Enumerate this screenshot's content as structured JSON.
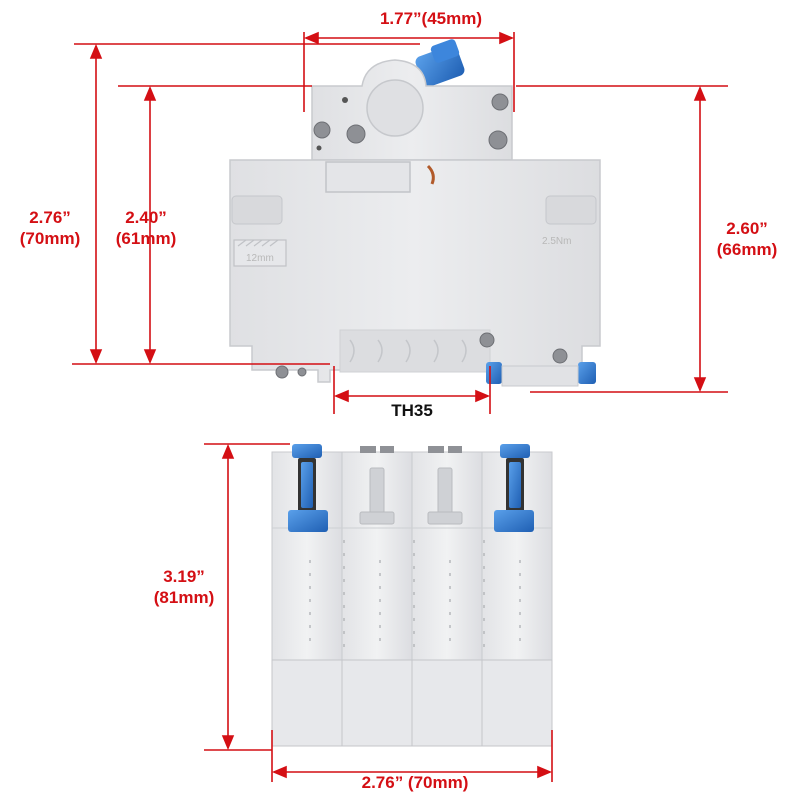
{
  "colors": {
    "dimension": "#d40f14",
    "housing": "#e6e7ea",
    "housing_edge": "#c9cbcf",
    "lever_blue": "#2f74c9",
    "ink_dark": "#222222"
  },
  "top_view": {
    "width_label": "1.77”(45mm)",
    "overall_height": {
      "inches": "2.76”",
      "mm": "(70mm)"
    },
    "body_height": {
      "inches": "2.40”",
      "mm": "(61mm)"
    },
    "right_height": {
      "inches": "2.60”",
      "mm": "(66mm)"
    },
    "rail_label": "TH35",
    "marking_left": "12mm",
    "marking_right": "2.5Nm"
  },
  "front_view": {
    "height": {
      "inches": "3.19”",
      "mm": "(81mm)"
    },
    "width_label": "2.76” (70mm)",
    "pole_count": 4
  }
}
